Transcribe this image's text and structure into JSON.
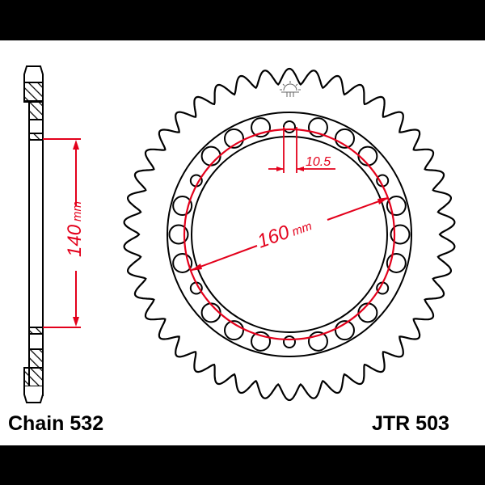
{
  "labels": {
    "chain": "Chain 532",
    "part_number": "JTR 503"
  },
  "dimensions": {
    "hub_diameter": {
      "value": "140",
      "unit": "mm"
    },
    "pcd": {
      "value": "160",
      "unit": "mm"
    },
    "bolt_hole": {
      "value": "10.5"
    }
  },
  "sprocket": {
    "teeth": 42,
    "bolt_holes": 6,
    "lightening_holes": 18
  },
  "colors": {
    "line": "#000000",
    "dimension": "#e3001b",
    "background": "#ffffff"
  }
}
